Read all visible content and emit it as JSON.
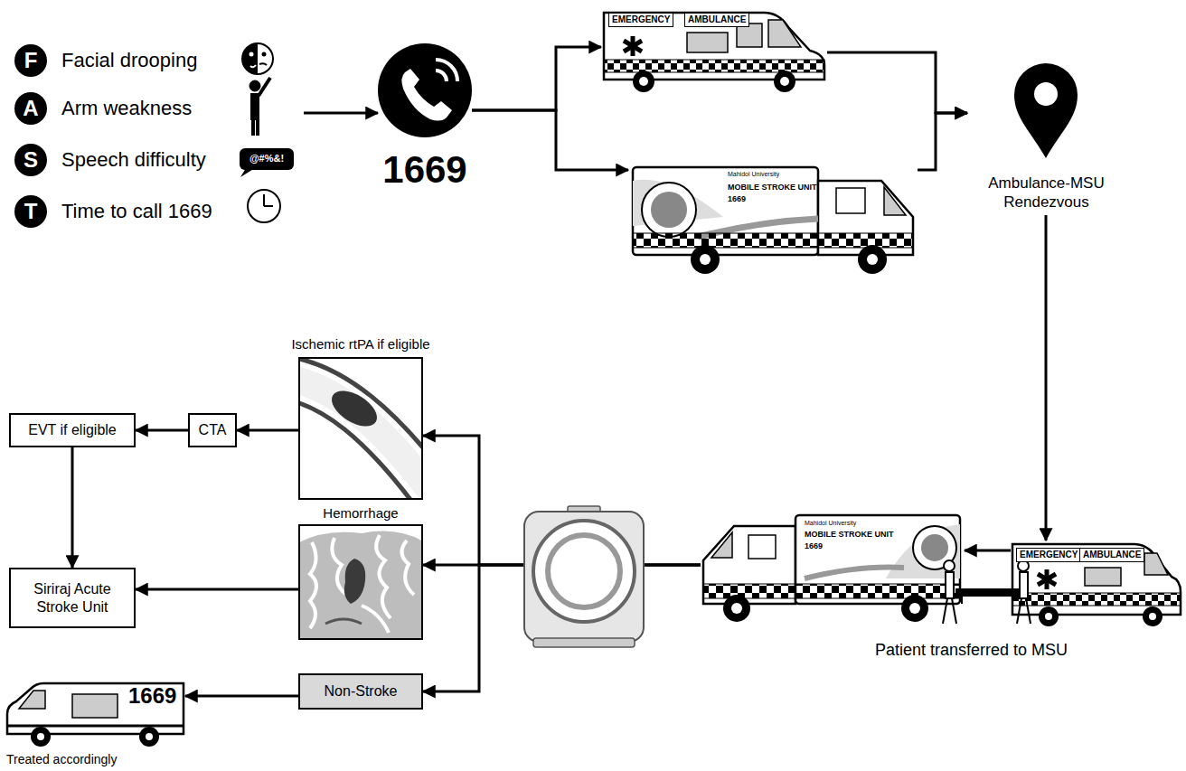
{
  "diagram": {
    "nodes": [
      {
        "text": [
          "F",
          "Facial drooping"
        ]
      },
      {
        "text": [
          "A",
          "Arm weakness"
        ]
      },
      {
        "text": [
          "S",
          "Speech difficulty"
        ]
      },
      {
        "text": [
          "T",
          "Time to call 1669"
        ]
      },
      {
        "text": [
          "1669"
        ]
      },
      {
        "text": [
          "EMERGENCY",
          "AMBULANCE"
        ]
      },
      {
        "text": [
          "Mahidol University",
          "MOBILE STROKE UNIT",
          "1669"
        ]
      },
      {
        "text": [
          "Ambulance-MSU Rendezvous"
        ]
      },
      {
        "text": [
          "EMERGENCY",
          "AMBULANCE"
        ]
      },
      {
        "text": [
          "Mahidol University",
          "MOBILE STROKE UNIT",
          "1669"
        ]
      },
      {
        "text": [
          "Ischemic rtPA if eligible"
        ]
      },
      {
        "text": [
          "Hemorrhage"
        ]
      },
      {
        "text": [
          "Non-Stroke"
        ]
      },
      {
        "text": [
          "CTA"
        ]
      },
      {
        "text": [
          "EVT if eligible"
        ]
      },
      {
        "text": [
          "Siriraj Acute Stroke Unit"
        ]
      },
      {
        "text": [
          "1669",
          "Treated accordingly"
        ]
      }
    ],
    "edges": [
      {
        "from": 1,
        "to": 4,
        "arrow": "to"
      },
      {
        "from": 4,
        "to": 5,
        "arrow": "to"
      },
      {
        "from": 4,
        "to": 6,
        "arrow": "to"
      },
      {
        "from": 5,
        "to": 7,
        "arrow": "to"
      },
      {
        "from": 6,
        "to": 7,
        "arrow": "to"
      },
      {
        "from": 7,
        "to": 8,
        "arrow": "to"
      },
      {
        "from": 8,
        "to": 9,
        "arrow": "to"
      },
      {
        "from": 9,
        "to": 10,
        "arrow": "to"
      },
      {
        "from": 9,
        "to": 11,
        "arrow": "to"
      },
      {
        "from": 9,
        "to": 12,
        "arrow": "to"
      },
      {
        "from": 10,
        "to": 13,
        "arrow": "to"
      },
      {
        "from": 13,
        "to": 14,
        "arrow": "to"
      },
      {
        "from": 14,
        "to": 15,
        "arrow": "to"
      },
      {
        "from": 11,
        "to": 15,
        "arrow": "to"
      },
      {
        "from": 12,
        "to": 16,
        "arrow": "to"
      }
    ],
    "labels": [
      "@#%&!",
      "Patient transferred to MSU"
    ]
  }
}
